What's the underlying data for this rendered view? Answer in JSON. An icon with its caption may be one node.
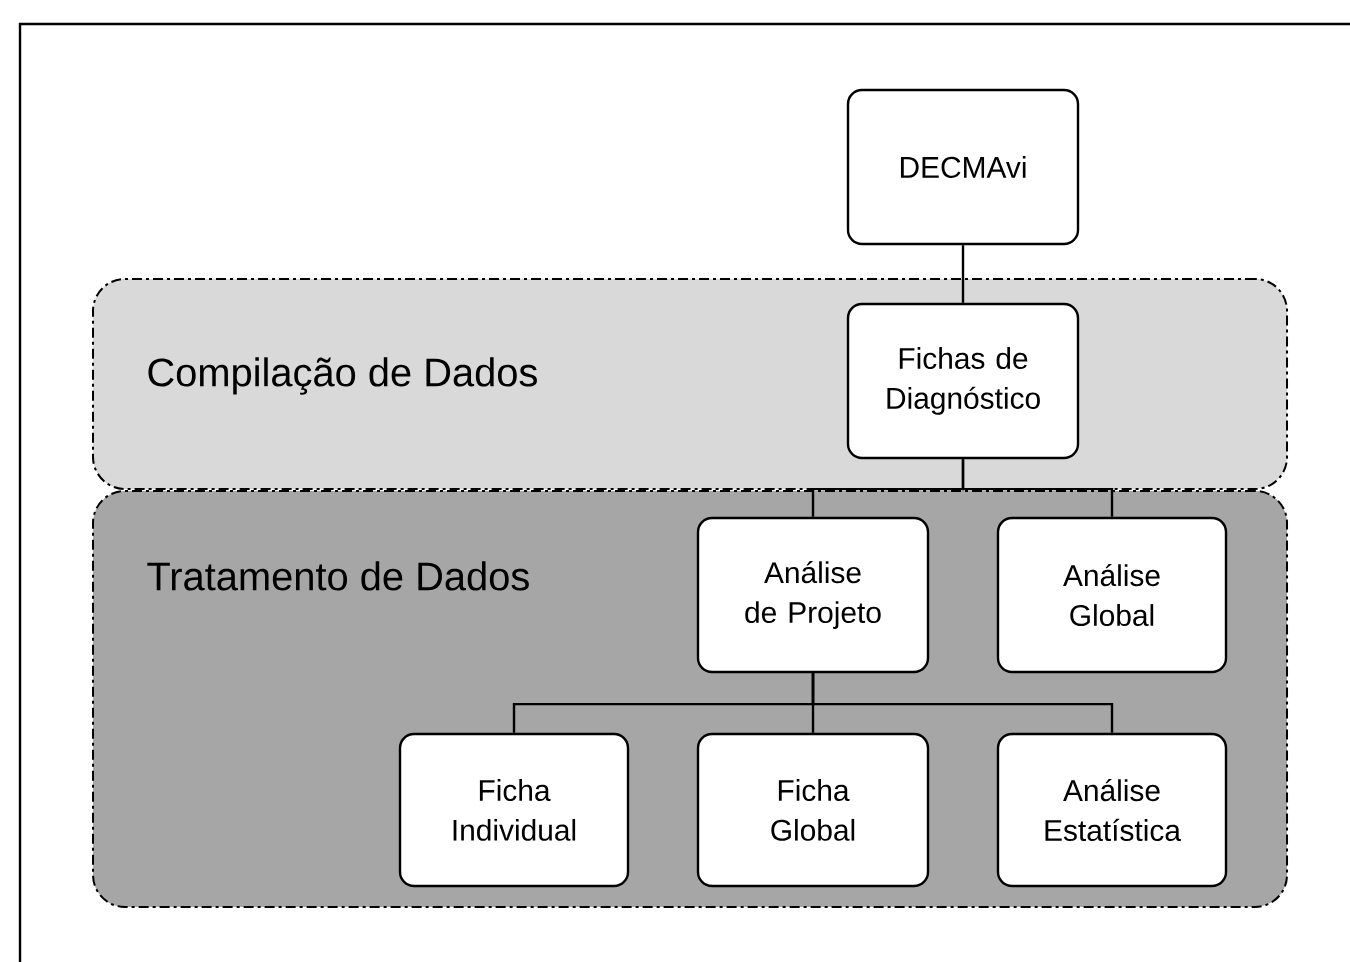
{
  "diagram": {
    "nodes": [
      {
        "text": [
          "DECMAvi"
        ]
      },
      {
        "text": [
          "Compilação de Dados"
        ]
      },
      {
        "text": [
          "Fichas de Diagnóstico"
        ],
        "in": 1
      },
      {
        "text": [
          "Tratamento de Dados"
        ]
      },
      {
        "text": [
          "Análise de Projeto"
        ],
        "in": 3
      },
      {
        "text": [
          "Análise Global"
        ],
        "in": 3
      },
      {
        "text": [
          "Ficha Individual"
        ],
        "in": 3
      },
      {
        "text": [
          "Ficha Global"
        ],
        "in": 3
      },
      {
        "text": [
          "Análise Estatística"
        ],
        "in": 3
      }
    ],
    "edges": [
      {
        "from": 0,
        "to": 2,
        "arrow": "none"
      },
      {
        "from": 2,
        "to": 4,
        "arrow": "none"
      },
      {
        "from": 2,
        "to": 5,
        "arrow": "none"
      },
      {
        "from": 4,
        "to": 6,
        "arrow": "none"
      },
      {
        "from": 4,
        "to": 7,
        "arrow": "none"
      },
      {
        "from": 4,
        "to": 8,
        "arrow": "none"
      }
    ]
  }
}
